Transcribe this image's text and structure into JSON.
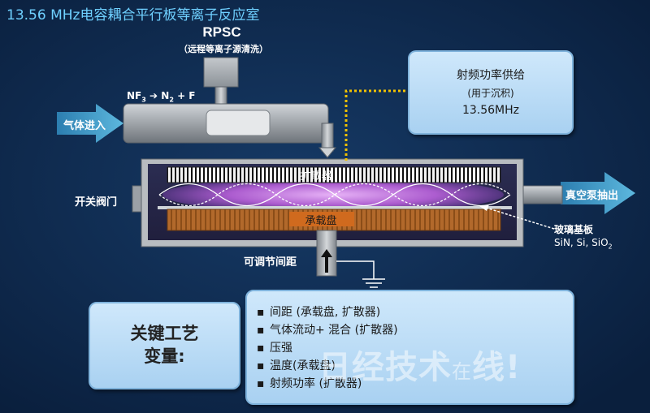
{
  "title": "13.56 MHz电容耦合平行板等离子反应室",
  "rpsc": {
    "name": "RPSC",
    "description": "（远程等离子源清洗）"
  },
  "reaction": {
    "nf": "NF",
    "nf_sub": "3",
    "arrow": "➔",
    "n": "N",
    "n_sub": "2",
    "rest": " + F"
  },
  "labels": {
    "gas_in": "气体进入",
    "vacuum_out": "真空泵抽出",
    "valve": "开关阀门",
    "diffuser": "扩散器",
    "platen": "承载盘",
    "spacing": "可调节间距",
    "substrate": "玻璃基板",
    "substrate_materials": "SiN, Si, SiO",
    "substrate_sub": "2"
  },
  "rf_supply": {
    "line1": "射频功率供给",
    "line2": "(用于沉积)",
    "line3": "13.56MHz"
  },
  "key_variables": {
    "line1": "关键工艺",
    "line2": "变量:"
  },
  "variables": [
    "间距 (承载盘, 扩散器)",
    "气体流动+ 混合 (扩散器)",
    "压强",
    "温度(承载盘)",
    "射频功率 (扩散器)"
  ],
  "bullet": "▪",
  "watermark": {
    "main": "日经技术",
    "small": "在",
    "end": "线!"
  },
  "colors": {
    "background": "#0e2a4e",
    "title": "#6fd0ff",
    "plasma": "#b35fd6",
    "box": "#cfe8fb",
    "arrow": "#3f9cc9"
  }
}
